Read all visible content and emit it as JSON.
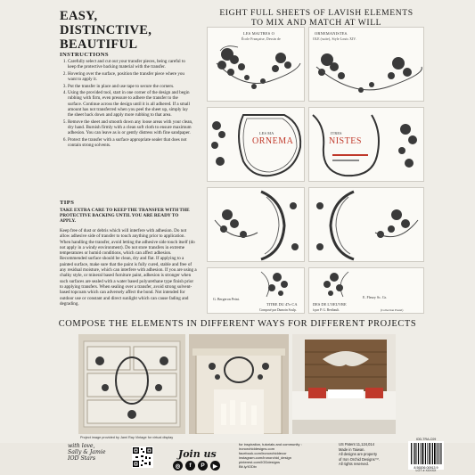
{
  "header": {
    "title_line1": "EASY,",
    "title_line2": "DISTINCTIVE,",
    "title_line3": "BEAUTIFUL",
    "right_line1": "EIGHT FULL SHEETS OF LAVISH ELEMENTS",
    "right_line2": "TO MIX AND MATCH AT WILL"
  },
  "instructions": {
    "heading": "INSTRUCTIONS",
    "steps": [
      "Carefully select and cut out your transfer pieces, being careful to keep the protective backing material with the transfer.",
      "Hovering over the surface, position the transfer piece where you want to apply it.",
      "Put the transfer in place and use tape to secure the corners.",
      "Using the provided tool, start in one corner of the design and begin rubbing with firm, even pressure to adhere the transfer to the surface. Continue across the design until it is all adhered. If a small amount has not transferred when you peel the sheet up, simply lay the sheet back down and apply more rubbing to that area.",
      "Remove the sheet and smooth down any loose areas with your clean, dry hand. Burnish firmly with a clean soft cloth to ensure maximum adhesion. You can leave as is or gently distress with fine sandpaper.",
      "Protect the transfer with a surface appropriate sealer that does not contain strong solvents."
    ]
  },
  "tips": {
    "heading": "TIPS",
    "bold": "TAKE EXTRA CARE TO KEEP THE TRANSFER WITH THE PROTECTIVE BACKING UNTIL YOU ARE READY TO APPLY.",
    "body": "Keep free of dust or debris which will interfere with adhesion. Do not allow adhesive side of transfer to touch anything prior to application. When handling the transfer, avoid letting the adhesive side touch itself (do not apply in a windy environment). Do not store transfers in extreme temperatures or humid conditions, which can affect adhesion. Recommended surface should be clean, dry and flat. If applying to a painted surface, make sure that the paint is fully cured, stable and free of any residual moisture, which can interfere with adhesion. If you are using a chalky style, or mineral based furniture paint, adhesion is stronger when such surfaces are sealed with a water based polyurethane type finish prior to applying transfers. When sealing over a transfer, avoid strong solvent- based topcoats which can adversely affect the bond. Not intended for outdoor use or constant and direct sunlight which can cause fading and degrading."
  },
  "sheets": {
    "s1_text1": "LES MAITRES O",
    "s1_text2": "École Française, Dessin de",
    "s2_text1": "ORNEMANISTES.",
    "s2_text2": "OLE (suite), Style Louis XIV.",
    "s3_small": "LES MA",
    "s3_big": "ORNEMA",
    "s4_small": "ITRES",
    "s4_big": "NISTES",
    "s7_text1": "G. Bergeron Peint.",
    "s7_text2": "TITRE DU 47e CA",
    "s7_text3": "Composé par Dumoin Sculp.",
    "s8_text1": "E. Fleury Sc. Gr. ",
    "s8_text2": "DES DE L'OEUVRE",
    "s8_text3": "à par P. G. Berthault.",
    "s8_text4": "(Collection Pastel)"
  },
  "compose": {
    "heading": "COMPOSE THE ELEMENTS IN DIFFERENT WAYS FOR DIFFERENT PROJECTS",
    "caption": "Project image provided by Jami Ray Vintage for virtual display"
  },
  "footer": {
    "logo_line1": "with love,",
    "logo_line2": "Sally & Jamie",
    "logo_line3": "IOD Stars",
    "join": "Join us",
    "social_icons": [
      "instagram-icon",
      "facebook-icon",
      "pinterest-icon",
      "youtube-icon"
    ],
    "links": [
      "for inspiration, tutorials and community :",
      "ironorchiddesigns.com",
      "facebook.com/ironorchiddecor",
      "instagram.com/ironorchid_design",
      "pinterest.com/IODdesigns",
      "Bit.ly/IODtv"
    ],
    "legal": [
      "US Patent 11,124,014",
      "Made in Taiwan.",
      "All designs are property",
      "of Iron Orchid Designs™.",
      "All rights reserved."
    ],
    "sku": "IOD-TRA-C09",
    "lot": "LOT # XXXXX",
    "barcode_digits": "8 59206 00913 9"
  },
  "colors": {
    "accent_red": "#c0392b",
    "ink": "#1c1c1c"
  }
}
